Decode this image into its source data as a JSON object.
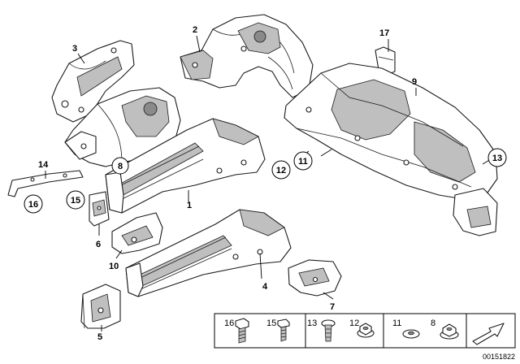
{
  "callouts": {
    "c1": "1",
    "c2": "2",
    "c3": "3",
    "c4": "4",
    "c5": "5",
    "c6": "6",
    "c7": "7",
    "c8": "8",
    "c9": "9",
    "c10": "10",
    "c11": "11",
    "c12": "12",
    "c13": "13",
    "c14": "14",
    "c15": "15",
    "c16": "16",
    "c17": "17"
  },
  "legend": {
    "items": [
      "16",
      "15",
      "13",
      "12",
      "11",
      "8"
    ]
  },
  "document_number": "00151822"
}
